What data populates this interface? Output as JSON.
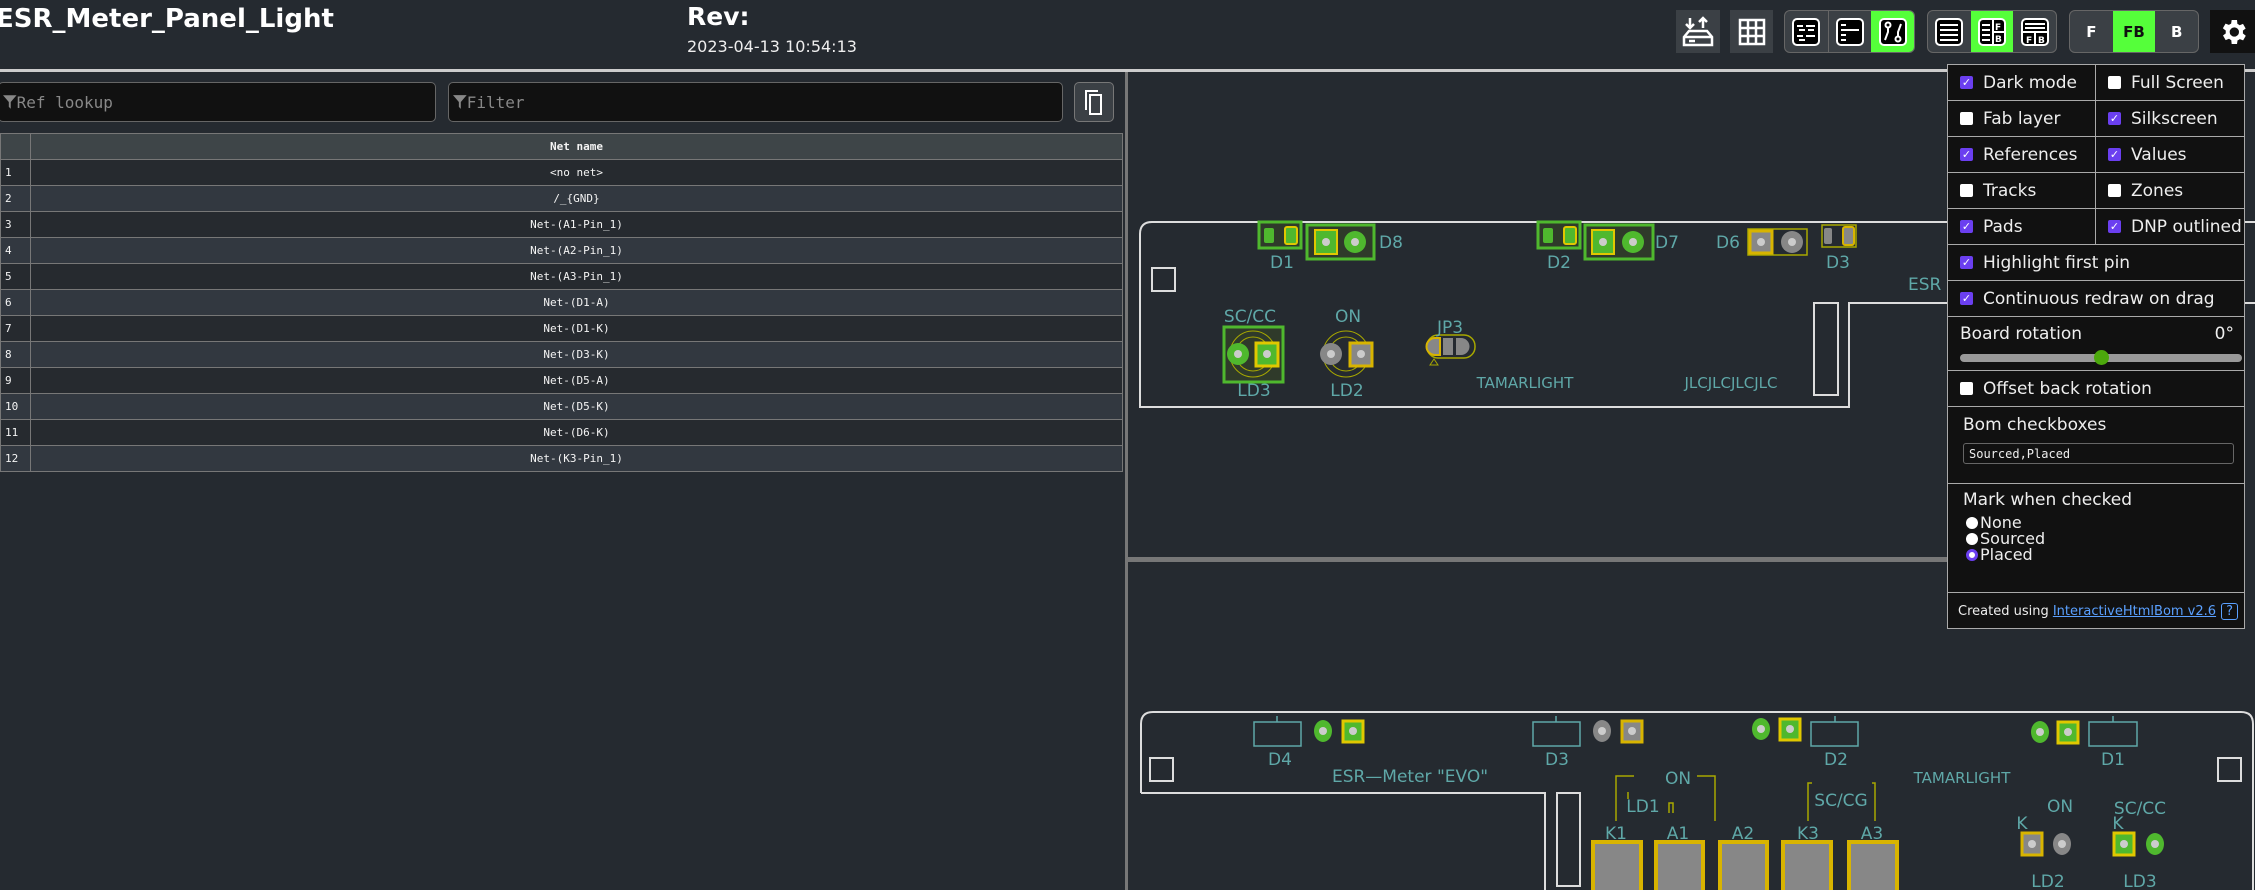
{
  "header": {
    "title": "ESR_Meter_Panel_Light",
    "rev_label": "Rev:",
    "date": "2023-04-13 10:54:13"
  },
  "toolbar": {
    "layer_groups": [
      {
        "options": [
          "F",
          "FB",
          "B"
        ],
        "selected": "FB"
      }
    ],
    "bom_mode_selected": "netlist",
    "bom_layout_selected": "left-right"
  },
  "search": {
    "ref_placeholder": "Ref lookup",
    "filter_placeholder": "Filter"
  },
  "table": {
    "column": "Net name",
    "rows": [
      {
        "idx": "1",
        "net": "<no net>"
      },
      {
        "idx": "2",
        "net": "/_{GND}"
      },
      {
        "idx": "3",
        "net": "Net-(A1-Pin_1)"
      },
      {
        "idx": "4",
        "net": "Net-(A2-Pin_1)"
      },
      {
        "idx": "5",
        "net": "Net-(A3-Pin_1)"
      },
      {
        "idx": "6",
        "net": "Net-(D1-A)"
      },
      {
        "idx": "7",
        "net": "Net-(D1-K)"
      },
      {
        "idx": "8",
        "net": "Net-(D3-K)"
      },
      {
        "idx": "9",
        "net": "Net-(D5-A)"
      },
      {
        "idx": "10",
        "net": "Net-(D5-K)"
      },
      {
        "idx": "11",
        "net": "Net-(D6-K)"
      },
      {
        "idx": "12",
        "net": "Net-(K3-Pin_1)"
      }
    ]
  },
  "menu": {
    "checks": [
      {
        "label": "Dark mode",
        "checked": true
      },
      {
        "label": "Full Screen",
        "checked": false
      },
      {
        "label": "Fab layer",
        "checked": false
      },
      {
        "label": "Silkscreen",
        "checked": true
      },
      {
        "label": "References",
        "checked": true
      },
      {
        "label": "Values",
        "checked": true
      },
      {
        "label": "Tracks",
        "checked": false
      },
      {
        "label": "Zones",
        "checked": false
      },
      {
        "label": "Pads",
        "checked": true
      },
      {
        "label": "DNP outlined",
        "checked": true
      },
      {
        "label": "Highlight first pin",
        "checked": true
      },
      {
        "label": "Continuous redraw on drag",
        "checked": true
      }
    ],
    "rotation_label": "Board rotation",
    "rotation_value": "0°",
    "rotation_fraction": 0.5,
    "offset_label": "Offset back rotation",
    "offset_checked": false,
    "bom_checkboxes_label": "Bom checkboxes",
    "bom_checkboxes_value": "Sourced,Placed",
    "mark_label": "Mark when checked",
    "mark_options": [
      "None",
      "Sourced",
      "Placed"
    ],
    "mark_selected": "Placed",
    "footer_text": "Created using",
    "footer_link": "InteractiveHtmlBom v2.6",
    "help": "?"
  },
  "board": {
    "front": {
      "D1": "D1",
      "D8": "D8",
      "D2": "D2",
      "D7": "D7",
      "D6": "D6",
      "D3": "D3",
      "ESR": "ESR",
      "SCCC": "SC/CC",
      "ON": "ON",
      "JP3": "JP3",
      "LD3": "LD3",
      "LD2": "LD2",
      "TAMARLIGHT": "TAMARLIGHT",
      "JLC": "JLCJLCJLCJLC"
    },
    "back": {
      "D4": "D4",
      "D3": "D3",
      "D2": "D2",
      "D1": "D1",
      "ESR": "ESR—Meter \"EVO\"",
      "TAMARLIGHT": "TAMARLIGHT",
      "ON": "ON",
      "LD1": "LD1",
      "SCCG": "SC/CG",
      "K1": "K1",
      "A1": "A1",
      "A2": "A2",
      "K3": "K3",
      "A3": "A3",
      "ON2": "ON",
      "K_a": "K",
      "SCCC": "SC/CC",
      "K_b": "K",
      "LD2": "LD2",
      "LD3": "LD3"
    }
  },
  "colors": {
    "accent": "#55ff3a",
    "checkbox": "#6b3ff0",
    "silkscreen": "#5fa8a8",
    "pad": "#878787",
    "pin1": "#d8b400",
    "highlight": "#4fb82e"
  }
}
